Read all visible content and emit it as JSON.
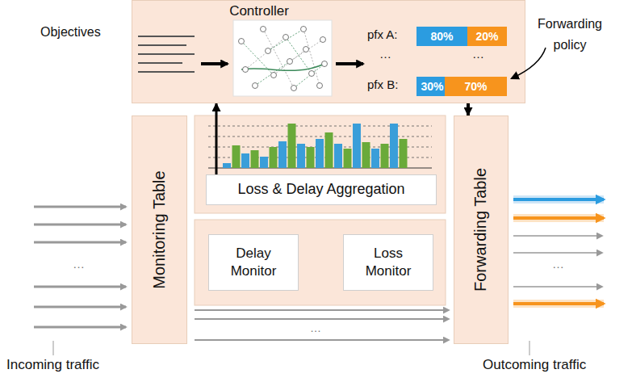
{
  "diagram": {
    "nodes": [
      {
        "text": [
          "Controller"
        ]
      },
      {
        "text": [
          "80%"
        ],
        "in": 0
      },
      {
        "text": [
          "20%"
        ],
        "in": 0
      },
      {
        "text": [
          "30%"
        ],
        "in": 0
      },
      {
        "text": [
          "70%"
        ],
        "in": 0
      },
      {
        "text": [
          "Monitoring Table"
        ]
      },
      {
        "text": [
          "Loss & Delay Aggregation"
        ]
      },
      {
        "text": [
          "Delay Monitor"
        ]
      },
      {
        "text": [
          "Loss Monitor"
        ]
      },
      {
        "text": [
          "Forwarding Table"
        ]
      }
    ],
    "edges": [
      {
        "from": 6,
        "to": 0,
        "arrow": "to"
      },
      {
        "from": 0,
        "to": 9,
        "arrow": "to"
      }
    ],
    "labels": [
      "Objectives",
      "Forwarding policy",
      "pfx A:",
      "…",
      "…",
      "pfx B:",
      "…",
      "…",
      "…",
      "Incoming traffic",
      "Outcoming traffic"
    ]
  }
}
